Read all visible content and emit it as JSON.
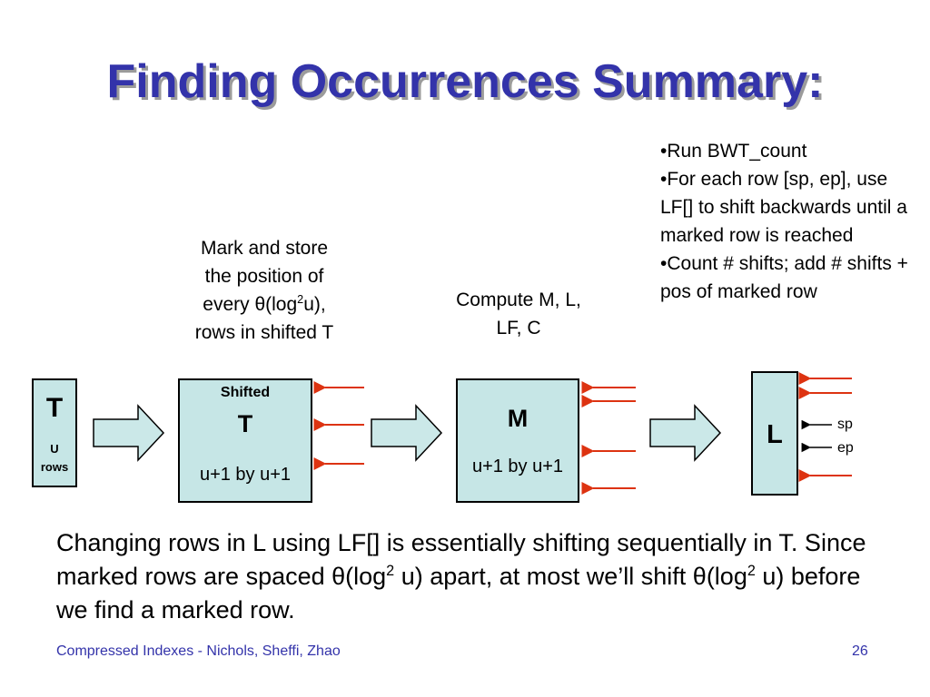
{
  "title": "Finding Occurrences Summary:",
  "notes": {
    "mark_store": [
      "Mark and store",
      "the position of",
      "every  θ(log",
      "2",
      "u),",
      "rows in shifted T"
    ],
    "compute": [
      "Compute M, L,",
      "LF, C"
    ]
  },
  "bullets": [
    "•Run BWT_count",
    "•For each row [sp, ep], use LF[] to shift backwards until a marked row is reached",
    "•Count # shifts; add # shifts + pos of marked row"
  ],
  "boxes": {
    "t": {
      "main": "T",
      "sub1": "U",
      "sub2": "rows"
    },
    "shifted": {
      "top": "Shifted",
      "main": "T",
      "dims": "u+1 by u+1"
    },
    "m": {
      "main": "M",
      "dims": "u+1 by u+1"
    },
    "l": {
      "main": "L"
    }
  },
  "pointers": {
    "sp": "sp",
    "ep": "ep"
  },
  "summary": {
    "part1": "Changing rows in L using LF[] is essentially shifting sequentially in T. Since marked rows are spaced θ(log",
    "sup1": "2",
    "part2": " u) apart, at most we’ll shift θ(log",
    "sup2": "2",
    "part3": " u) before we find a marked row."
  },
  "footer": {
    "credit": "Compressed Indexes - Nichols, Sheffi, Zhao",
    "page": "26"
  },
  "colors": {
    "title": "#3333aa",
    "box_fill": "#c6e6e6",
    "block_arrow": "#cbe8e8",
    "red_arrow": "#dd3311"
  }
}
